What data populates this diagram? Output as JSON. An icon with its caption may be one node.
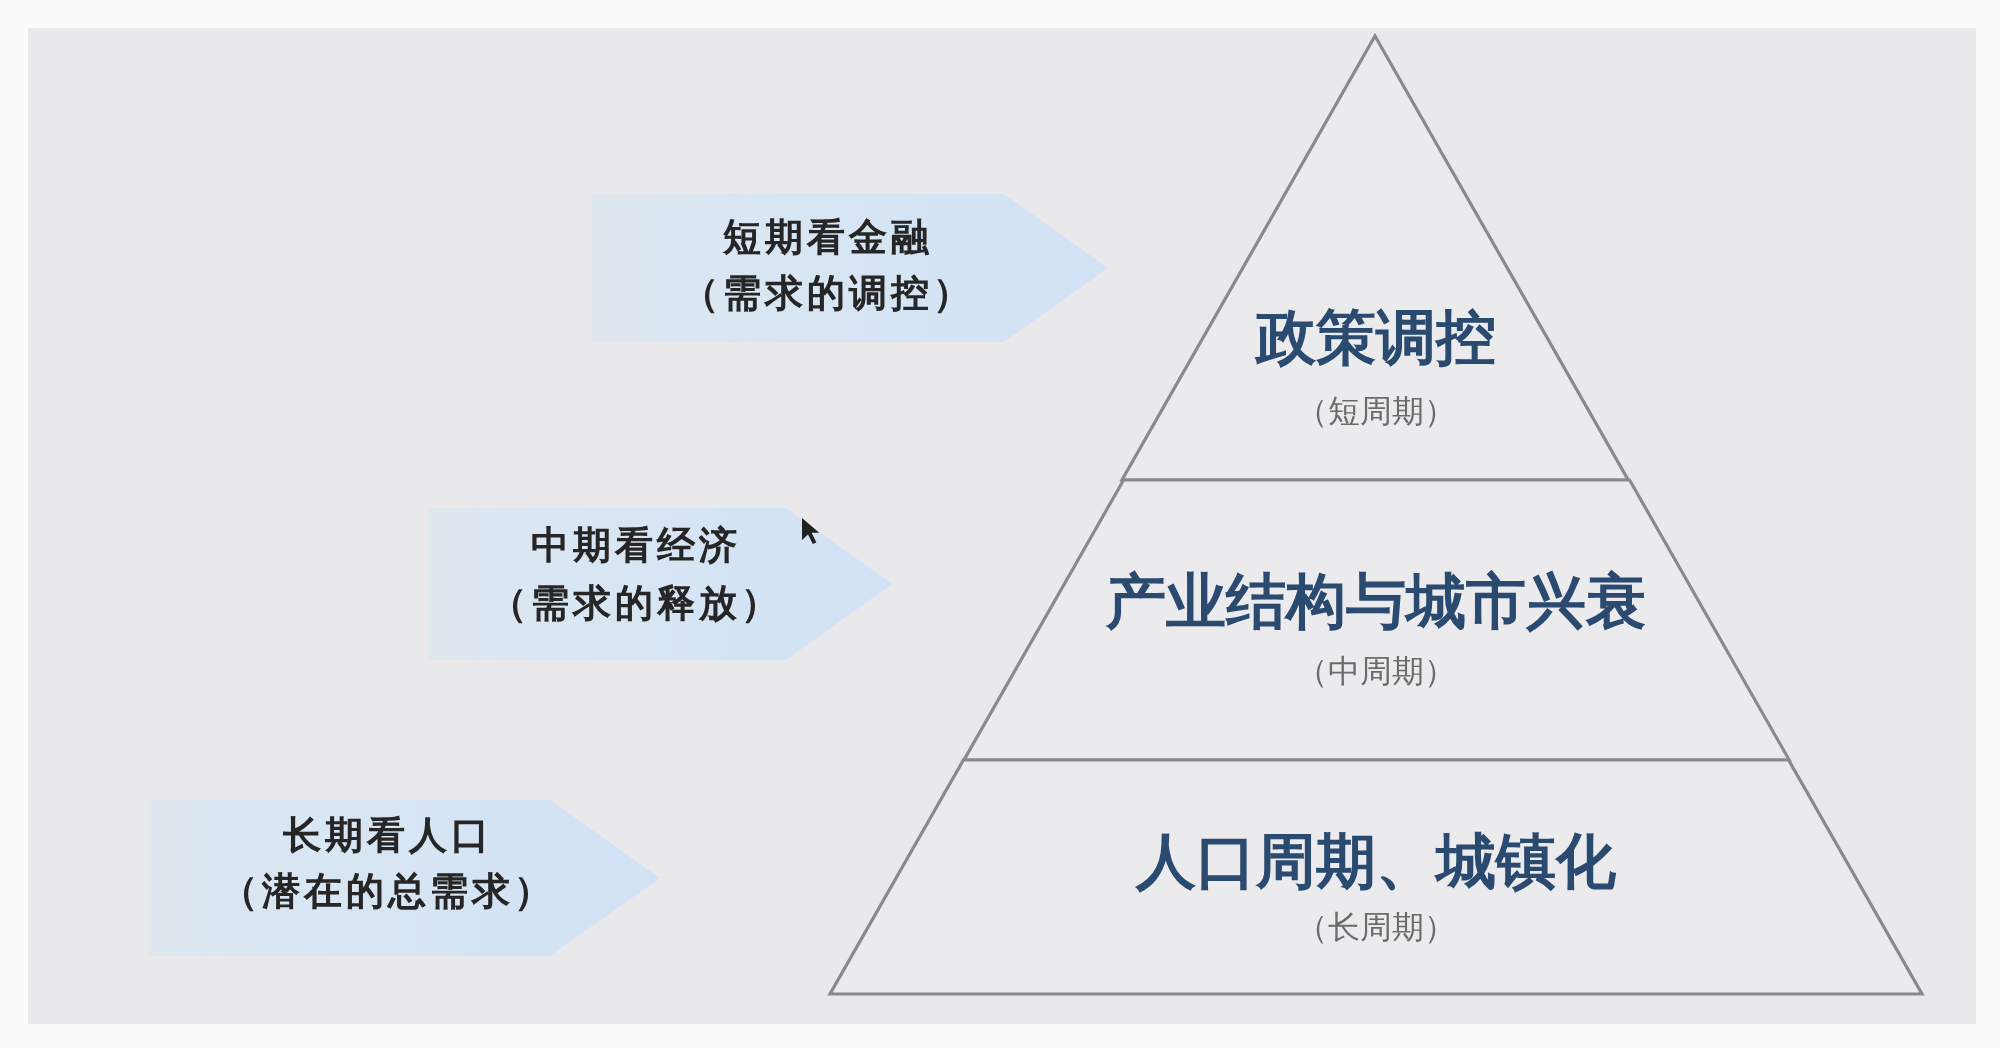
{
  "diagram": {
    "nodes": [
      {
        "text": [
          "短期看金融",
          "（需求的调控）"
        ]
      },
      {
        "text": [
          "政策调控",
          "（短周期）"
        ]
      },
      {
        "text": [
          "中期看经济",
          "（需求的释放）"
        ]
      },
      {
        "text": [
          "产业结构与城市兴衰",
          "（中周期）"
        ]
      },
      {
        "text": [
          "长期看人口",
          "（潜在的总需求）"
        ]
      },
      {
        "text": [
          "人口周期、城镇化",
          "（长周期）"
        ]
      }
    ]
  }
}
